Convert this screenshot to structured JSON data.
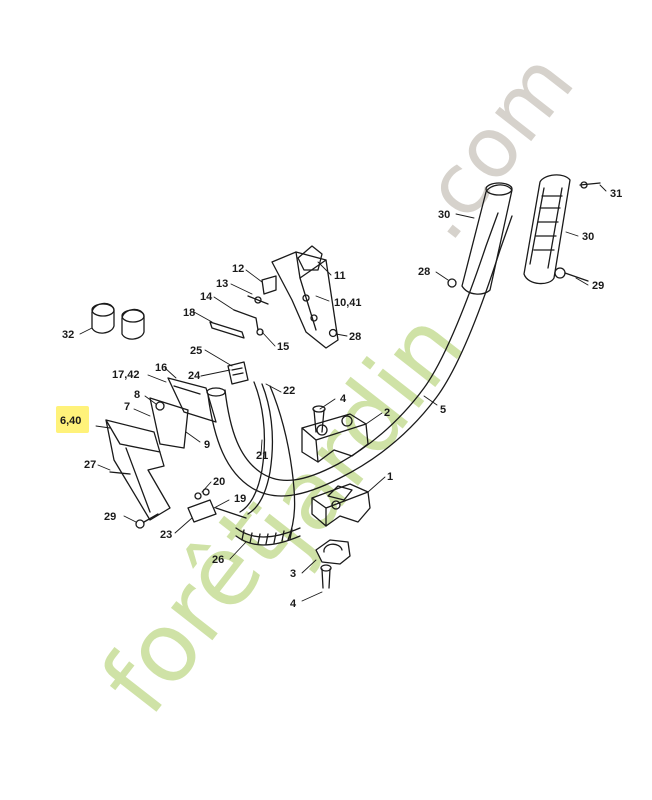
{
  "watermark": {
    "part1": "forêt",
    "part2": "jardin",
    "part3": ".com",
    "colors": {
      "green": "#cfe2a6",
      "orange": "#f3c98f",
      "gray": "#d6d2cc"
    }
  },
  "highlight_color": "#fff27a",
  "callouts": [
    {
      "id": "c1",
      "text": "1"
    },
    {
      "id": "c2",
      "text": "2"
    },
    {
      "id": "c3",
      "text": "3"
    },
    {
      "id": "c4a",
      "text": "4"
    },
    {
      "id": "c4b",
      "text": "4"
    },
    {
      "id": "c5",
      "text": "5"
    },
    {
      "id": "c640",
      "text": "6,40"
    },
    {
      "id": "c7",
      "text": "7"
    },
    {
      "id": "c8",
      "text": "8"
    },
    {
      "id": "c9",
      "text": "9"
    },
    {
      "id": "c1041",
      "text": "10,41"
    },
    {
      "id": "c11",
      "text": "11"
    },
    {
      "id": "c12",
      "text": "12"
    },
    {
      "id": "c13",
      "text": "13"
    },
    {
      "id": "c14",
      "text": "14"
    },
    {
      "id": "c15",
      "text": "15"
    },
    {
      "id": "c16",
      "text": "16"
    },
    {
      "id": "c1742",
      "text": "17,42"
    },
    {
      "id": "c18",
      "text": "18"
    },
    {
      "id": "c19",
      "text": "19"
    },
    {
      "id": "c20",
      "text": "20"
    },
    {
      "id": "c21",
      "text": "21"
    },
    {
      "id": "c22",
      "text": "22"
    },
    {
      "id": "c23",
      "text": "23"
    },
    {
      "id": "c24",
      "text": "24"
    },
    {
      "id": "c25",
      "text": "25"
    },
    {
      "id": "c26",
      "text": "26"
    },
    {
      "id": "c27",
      "text": "27"
    },
    {
      "id": "c28a",
      "text": "28"
    },
    {
      "id": "c28b",
      "text": "28"
    },
    {
      "id": "c29a",
      "text": "29"
    },
    {
      "id": "c29b",
      "text": "29"
    },
    {
      "id": "c30a",
      "text": "30"
    },
    {
      "id": "c30b",
      "text": "30"
    },
    {
      "id": "c31",
      "text": "31"
    },
    {
      "id": "c32",
      "text": "32"
    }
  ]
}
